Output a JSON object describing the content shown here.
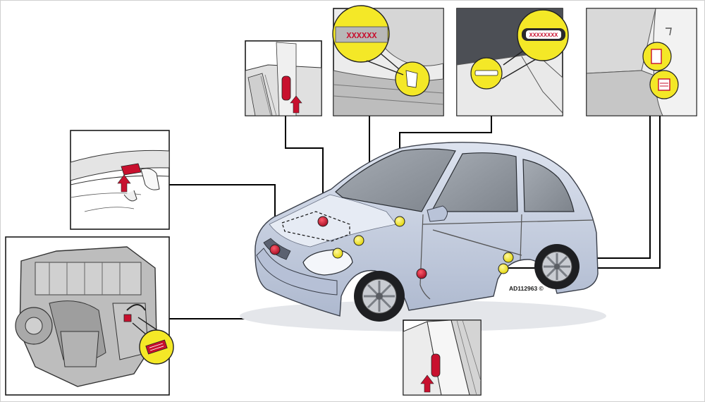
{
  "figure": {
    "reference_code": "AD112963 ©",
    "vin_marking": "XXXXXX",
    "dash_vin_marking": "XXXXXXXX"
  },
  "colors": {
    "body_paint": "#c9d2e4",
    "body_shadow": "#9aa6bf",
    "glass": "#8e949c",
    "callout_yellow": "#f4e827",
    "marker_red": "#c8102e",
    "inset_gray": "#e6e6e6",
    "outline": "#1a1a1a"
  },
  "markers": [
    {
      "id": "hood-latch",
      "color": "red"
    },
    {
      "id": "engine-bay",
      "color": "red"
    },
    {
      "id": "front-door-pillar",
      "color": "red"
    },
    {
      "id": "windshield-base",
      "color": "yellow"
    },
    {
      "id": "seat-floor",
      "color": "yellow"
    },
    {
      "id": "engine-block",
      "color": "yellow"
    },
    {
      "id": "headlight",
      "color": "yellow"
    },
    {
      "id": "rear-door-sill-upper",
      "color": "yellow"
    },
    {
      "id": "rear-door-sill-lower",
      "color": "yellow"
    }
  ],
  "icons": {
    "arrow": "red-up-arrow-icon",
    "label_plate": "label-plate-icon"
  }
}
